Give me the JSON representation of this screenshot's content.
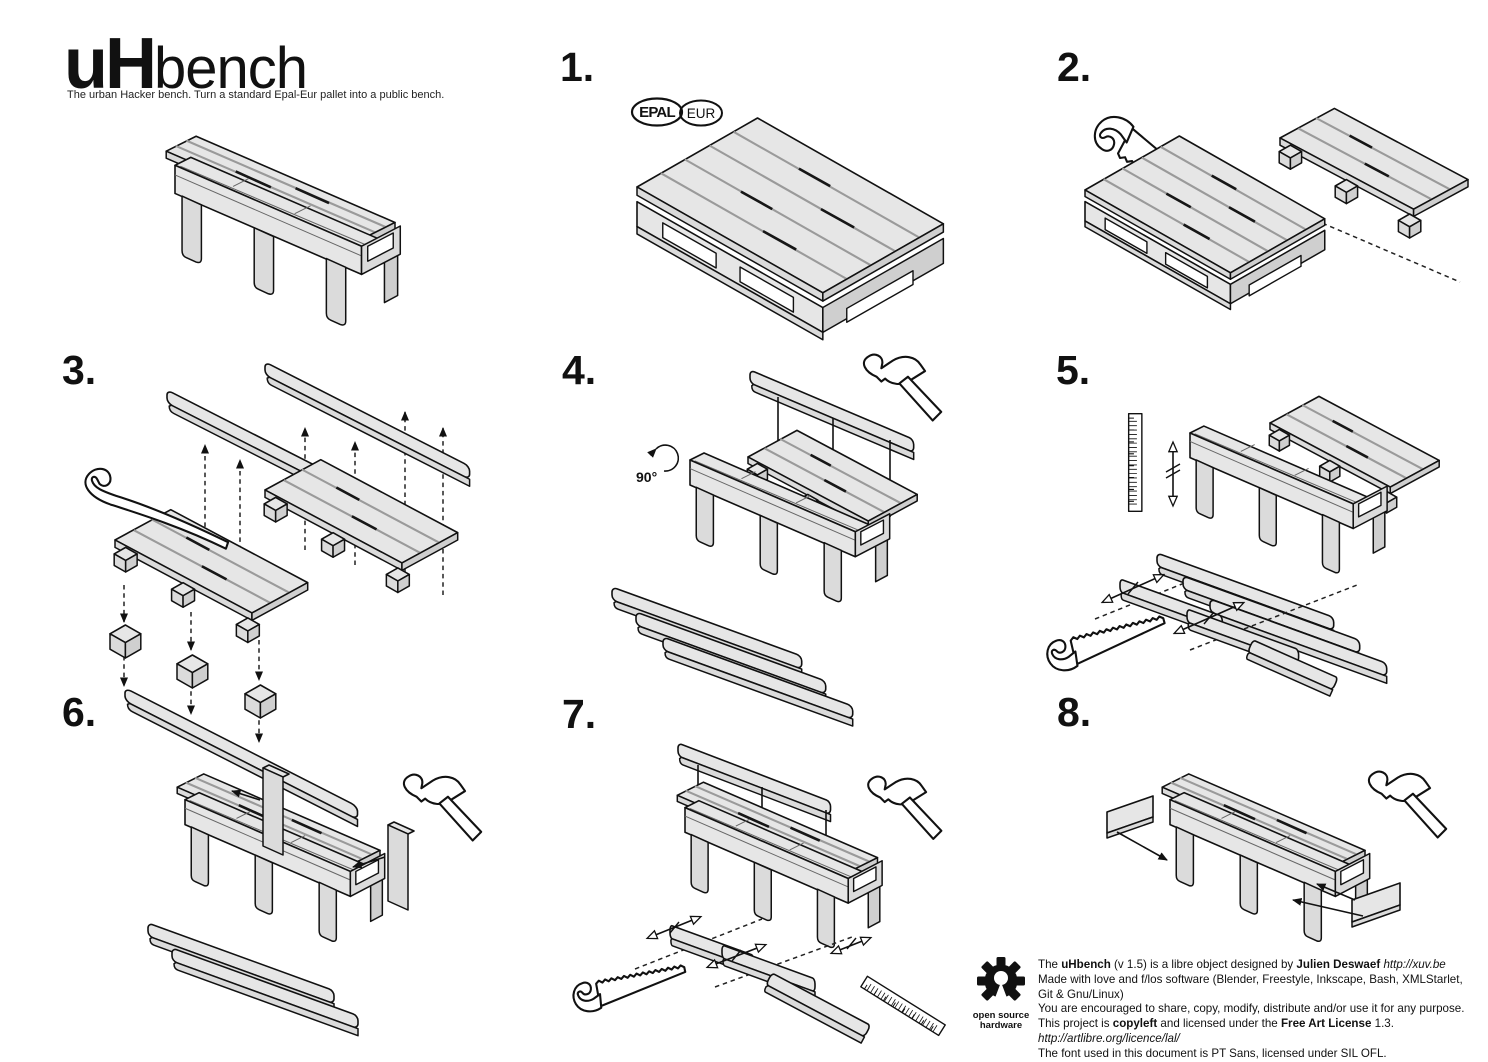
{
  "header": {
    "logo_bold": "uH",
    "logo_light": "bench",
    "tagline": "The urban Hacker bench. Turn a standard Epal-Eur pallet into a public bench."
  },
  "steps": [
    {
      "number": "1.",
      "badges": [
        "EPAL",
        "EUR"
      ],
      "icons": []
    },
    {
      "number": "2.",
      "icons": [
        "saw-icon"
      ]
    },
    {
      "number": "3.",
      "icons": [
        "crowbar-icon"
      ]
    },
    {
      "number": "4.",
      "rotation_label": "90°",
      "icons": [
        "hammer-icon"
      ]
    },
    {
      "number": "5.",
      "icons": [
        "ruler-icon",
        "saw-icon"
      ]
    },
    {
      "number": "6.",
      "icons": [
        "hammer-icon"
      ]
    },
    {
      "number": "7.",
      "icons": [
        "hammer-icon",
        "saw-icon",
        "ruler-icon"
      ]
    },
    {
      "number": "8.",
      "icons": [
        "hammer-icon"
      ]
    }
  ],
  "footer": {
    "oshw_label": [
      "open source",
      "hardware"
    ],
    "lines": [
      [
        {
          "t": "The "
        },
        {
          "t": "uHbench",
          "b": true
        },
        {
          "t": " (v 1.5) is a libre object designed by "
        },
        {
          "t": "Julien Deswaef",
          "b": true
        },
        {
          "t": " "
        },
        {
          "t": "http://xuv.be",
          "i": true
        }
      ],
      [
        {
          "t": "Made with love and f/los software (Blender, Freestyle, Inkscape, Bash, XMLStarlet, Git & Gnu/Linux)"
        }
      ],
      [
        {
          "t": "You are encouraged to share, copy, modify, distribute and/or use it for any purpose."
        }
      ],
      [
        {
          "t": "This project is "
        },
        {
          "t": "copyleft",
          "b": true
        },
        {
          "t": " and licensed under the "
        },
        {
          "t": "Free Art License",
          "b": true
        },
        {
          "t": " 1.3. "
        },
        {
          "t": "http://artlibre.org/licence/lal/",
          "i": true
        }
      ],
      [
        {
          "t": "The font used in this document is PT Sans, licensed under SIL OFL."
        }
      ]
    ]
  },
  "colors": {
    "wood": "#e6e6e6",
    "outline": "#111111",
    "background": "#ffffff"
  }
}
